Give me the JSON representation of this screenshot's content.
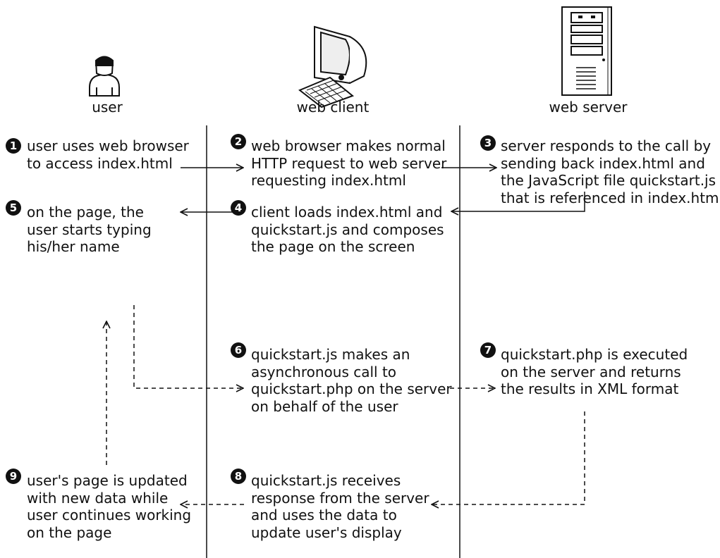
{
  "actors": [
    {
      "id": "user",
      "label": "user",
      "icon": "user-icon"
    },
    {
      "id": "client",
      "label": "web client",
      "icon": "computer-icon"
    },
    {
      "id": "server",
      "label": "web server",
      "icon": "server-icon"
    }
  ],
  "steps": [
    {
      "num": "1",
      "lines": [
        "user uses web browser",
        "to access index.html"
      ]
    },
    {
      "num": "2",
      "lines": [
        "web browser makes normal",
        "HTTP request to web server",
        "requesting index.html"
      ]
    },
    {
      "num": "3",
      "lines": [
        "server responds to the call by",
        "sending back index.html and",
        "the JavaScript file quickstart.js",
        "that is referenced in index.html"
      ]
    },
    {
      "num": "4",
      "lines": [
        "client loads index.html and",
        "quickstart.js and composes",
        "the page on the screen"
      ]
    },
    {
      "num": "5",
      "lines": [
        "on the page, the",
        "user starts typing",
        "his/her name"
      ]
    },
    {
      "num": "6",
      "lines": [
        "quickstart.js makes an",
        "asynchronous call to",
        "quickstart.php on the server",
        "on behalf of the user"
      ]
    },
    {
      "num": "7",
      "lines": [
        "quickstart.php is executed",
        "on the server and returns",
        "the results in XML format"
      ]
    },
    {
      "num": "8",
      "lines": [
        "quickstart.js receives",
        "response from the server",
        "and uses the data to",
        "update user's display"
      ]
    },
    {
      "num": "9",
      "lines": [
        "user's page is updated",
        "with new data while",
        "user continues working",
        "on the page"
      ]
    }
  ]
}
